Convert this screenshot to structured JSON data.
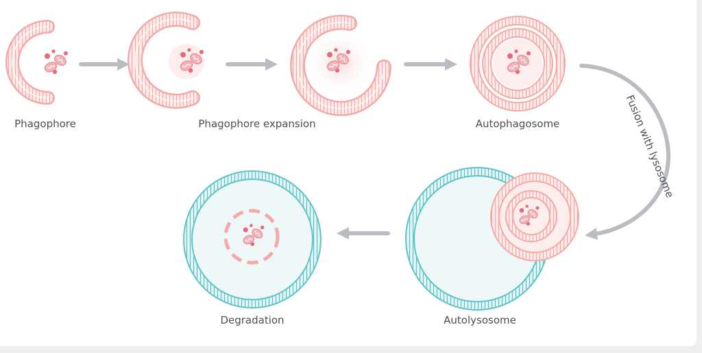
{
  "labels": {
    "phagophore": "Phagophore",
    "expansion": "Phagophore expansion",
    "autophagosome": "Autophagosome",
    "fusion": "Fusion with lysosome",
    "autolysosome": "Autolysosome",
    "degradation": "Degradation"
  },
  "colors": {
    "autophagy_membrane": "#f4a9a6",
    "autophagy_fill": "#fdeeee",
    "lysosome_membrane": "#5fc3c6",
    "lysosome_fill": "#eef8f9",
    "arrow": "#b9bcc0",
    "cargo_pink": "#e8697a",
    "cargo_mito": "#f2b3b8",
    "background": "#ffffff"
  }
}
